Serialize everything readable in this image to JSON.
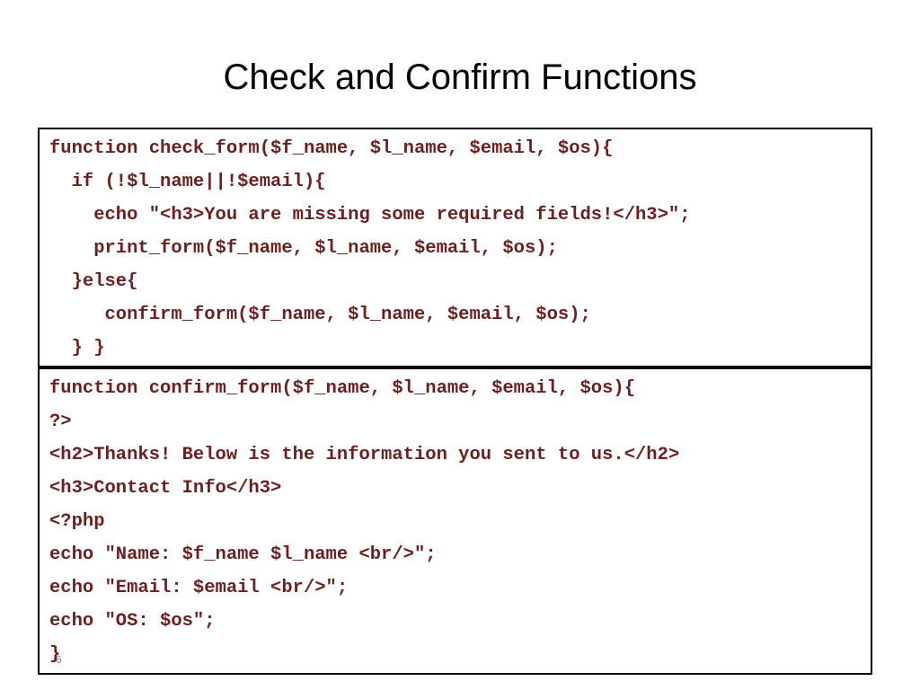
{
  "slide": {
    "title": "Check and Confirm Functions",
    "slide_number": "6"
  },
  "code_block_1": {
    "lines": [
      "function check_form($f_name, $l_name, $email, $os){",
      "  if (!$l_name||!$email){",
      "    echo \"<h3>You are missing some required fields!</h3>\";",
      "    print_form($f_name, $l_name, $email, $os);",
      "  }else{",
      "     confirm_form($f_name, $l_name, $email, $os);",
      "  } }"
    ]
  },
  "code_block_2": {
    "lines": [
      "function confirm_form($f_name, $l_name, $email, $os){",
      "?>",
      "<h2>Thanks! Below is the information you sent to us.</h2>",
      "<h3>Contact Info</h3>",
      "<?php",
      "echo \"Name: $f_name $l_name <br/>\";",
      "echo \"Email: $email <br/>\";",
      "echo \"OS: $os\";",
      "}"
    ]
  },
  "colors": {
    "code_text": "#6b1f1f",
    "title_text": "#000000",
    "border": "#000000"
  }
}
